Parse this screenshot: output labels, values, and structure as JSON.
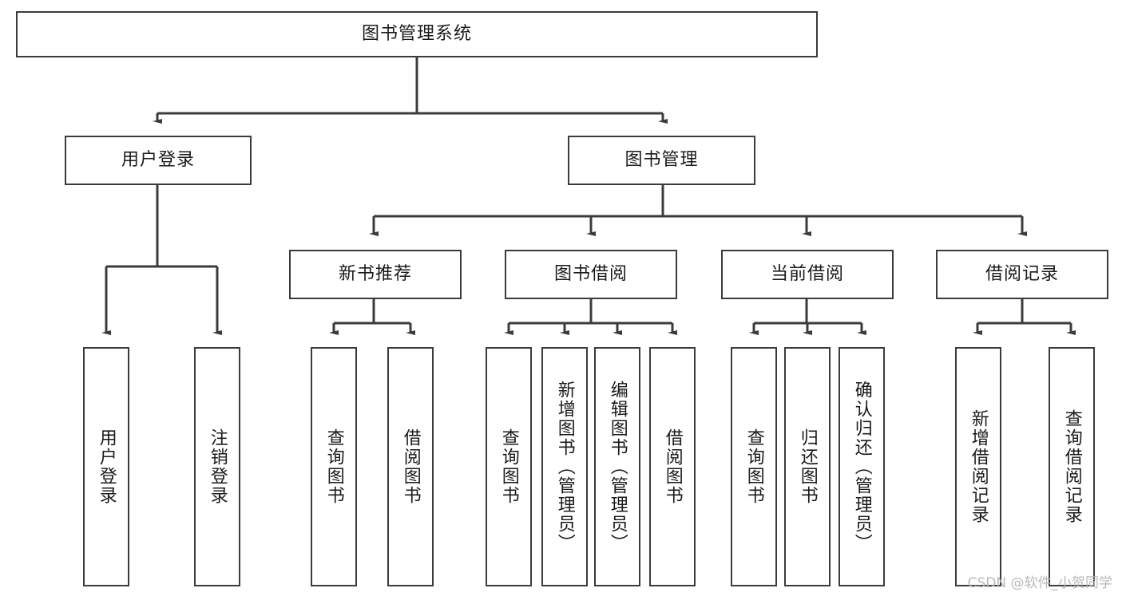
{
  "diagram": {
    "title": "图书管理系统",
    "type": "hierarchy-tree",
    "watermark": "CSDN @软件_小贺同学",
    "colors": {
      "border": "#3b3b3b",
      "background": "#ffffff",
      "text": "#1a1a1a",
      "watermark": "#b9b9b9"
    },
    "levels": {
      "root": {
        "label": "图书管理系统"
      },
      "level1": [
        {
          "id": "user-login",
          "label": "用户登录"
        },
        {
          "id": "book-management",
          "label": "图书管理"
        }
      ],
      "level2": [
        {
          "id": "new-book-recommend",
          "label": "新书推荐"
        },
        {
          "id": "book-borrow",
          "label": "图书借阅"
        },
        {
          "id": "current-borrow",
          "label": "当前借阅"
        },
        {
          "id": "borrow-record",
          "label": "借阅记录"
        }
      ],
      "leaves": [
        {
          "id": "leaf-user-login",
          "label": "用户登录",
          "parent": "user-login"
        },
        {
          "id": "leaf-logout",
          "label": "注销登录",
          "parent": "user-login"
        },
        {
          "id": "leaf-query-book-1",
          "label": "查询图书",
          "parent": "new-book-recommend"
        },
        {
          "id": "leaf-borrow-book-1",
          "label": "借阅图书",
          "parent": "new-book-recommend"
        },
        {
          "id": "leaf-query-book-2",
          "label": "查询图书",
          "parent": "book-borrow"
        },
        {
          "id": "leaf-add-book",
          "label": "新增图书（管理员）",
          "parent": "book-borrow"
        },
        {
          "id": "leaf-edit-book",
          "label": "编辑图书（管理员）",
          "parent": "book-borrow"
        },
        {
          "id": "leaf-borrow-book-2",
          "label": "借阅图书",
          "parent": "book-borrow"
        },
        {
          "id": "leaf-query-book-3",
          "label": "查询图书",
          "parent": "current-borrow"
        },
        {
          "id": "leaf-return-book",
          "label": "归还图书",
          "parent": "current-borrow"
        },
        {
          "id": "leaf-confirm-return",
          "label": "确认归还（管理员）",
          "parent": "current-borrow"
        },
        {
          "id": "leaf-add-record",
          "label": "新增借阅记录",
          "parent": "borrow-record"
        },
        {
          "id": "leaf-query-record",
          "label": "查询借阅记录",
          "parent": "borrow-record"
        }
      ]
    }
  }
}
